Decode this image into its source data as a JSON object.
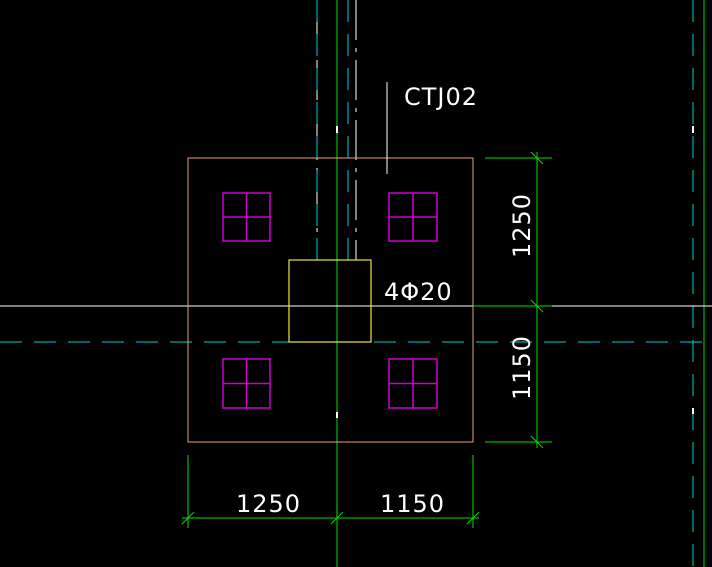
{
  "drawing": {
    "cap_label": "CTJ02",
    "rebar_label": "4Φ20",
    "dimensions": {
      "bottom_left": "1250",
      "bottom_right": "1150",
      "right_top": "1250",
      "right_bottom": "1150"
    },
    "colors": {
      "background": "#000000",
      "axis": "#ffffff",
      "centerline": "#00d0d0",
      "gridline": "#00e000",
      "cap_outline": "#e8a080",
      "pile": "#d000d0",
      "column": "#e8e840",
      "dimension": "#00e000",
      "text": "#ffffff"
    }
  }
}
